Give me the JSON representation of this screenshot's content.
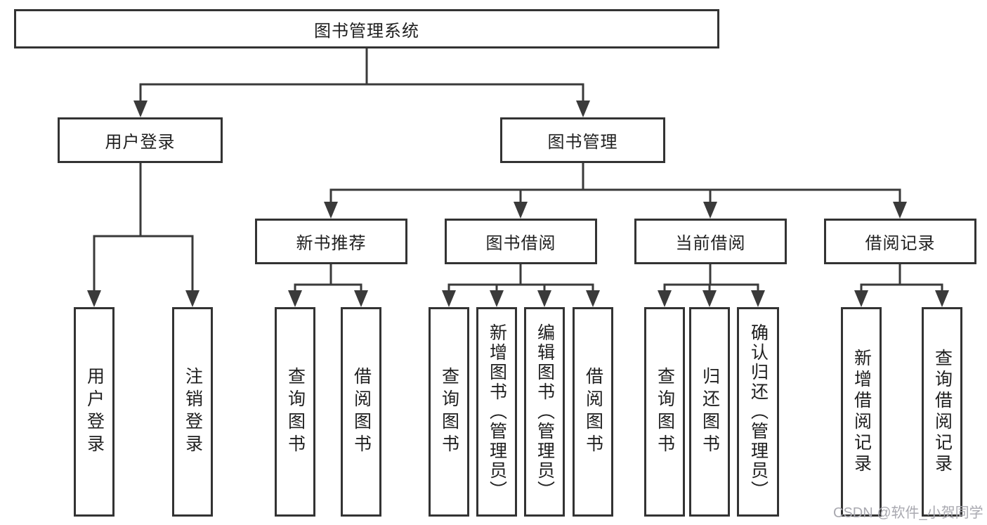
{
  "diagram": {
    "type": "tree",
    "root": {
      "label": "图书管理系统"
    },
    "groups": [
      {
        "label": "用户登录",
        "leaves": [
          {
            "label": "用户登录"
          },
          {
            "label": "注销登录"
          }
        ]
      },
      {
        "label": "图书管理",
        "sections": [
          {
            "label": "新书推荐",
            "leaves": [
              {
                "label": "查询图书"
              },
              {
                "label": "借阅图书"
              }
            ]
          },
          {
            "label": "图书借阅",
            "leaves": [
              {
                "label": "查询图书"
              },
              {
                "label": "新增图书（管理员）"
              },
              {
                "label": "编辑图书（管理员）"
              },
              {
                "label": "借阅图书"
              }
            ]
          },
          {
            "label": "当前借阅",
            "leaves": [
              {
                "label": "查询图书"
              },
              {
                "label": "归还图书"
              },
              {
                "label": "确认归还（管理员）"
              }
            ]
          },
          {
            "label": "借阅记录",
            "leaves": [
              {
                "label": "新增借阅记录"
              },
              {
                "label": "查询借阅记录"
              }
            ]
          }
        ]
      }
    ]
  },
  "watermark": {
    "text": "CSDN @软件_小贺同学"
  },
  "colors": {
    "background": "#ffffff",
    "line": "#3a3a3a",
    "box_border": "#333333",
    "text": "#1f1f1f",
    "watermark": "#a9a9b0"
  }
}
